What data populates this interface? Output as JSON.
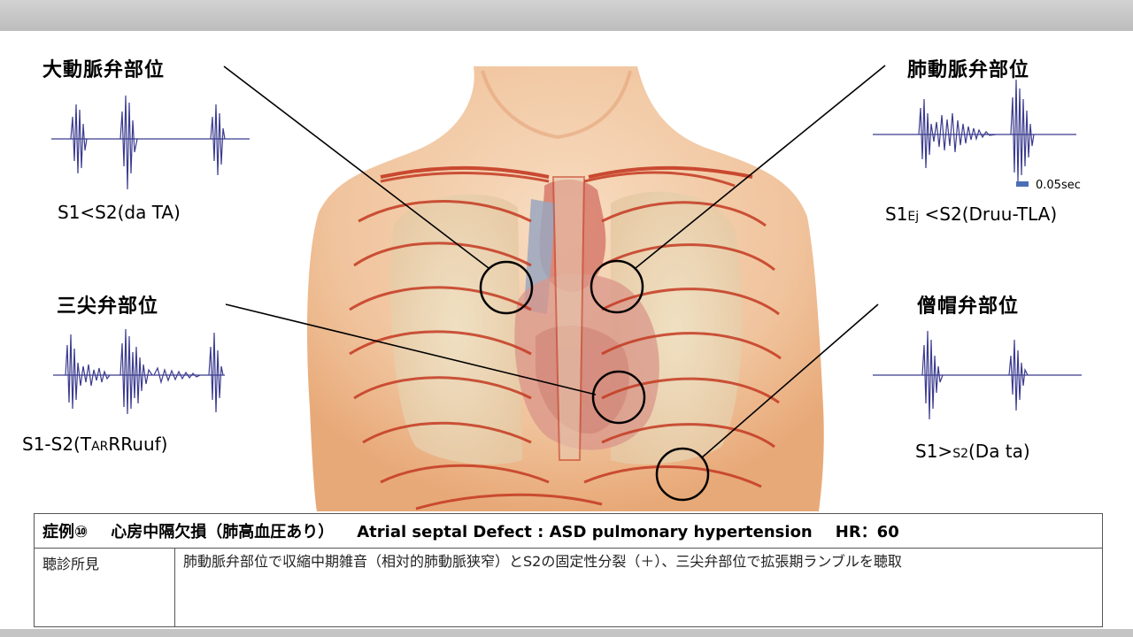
{
  "sites": {
    "aortic": {
      "title": "大動脈弁部位",
      "rel_main": "S1<S2(da TA)"
    },
    "pulmonic": {
      "title": "肺動脈弁部位",
      "rel_a": "S1",
      "rel_small": "Ej",
      "rel_b": " <S2(Druu-TLA)",
      "scale": "0.05sec"
    },
    "tricuspid": {
      "title": "三尖弁部位",
      "rel_a": "S1-S2(T",
      "rel_small": "AR",
      "rel_b": "RRuuf)"
    },
    "mitral": {
      "title": "僧帽弁部位",
      "rel_a": "S1>",
      "rel_small": "S2",
      "rel_b": "(Da ta)"
    }
  },
  "case": {
    "number": "症例⑩",
    "name_ja": "心房中隔欠損（肺高血圧あり）",
    "name_en": "Atrial septal Defect : ASD  pulmonary hypertension",
    "hr": "HR：60",
    "finding_label": "聴診所見",
    "finding_text": "肺動脈弁部位で収縮中期雑音（相対的肺動脈狭窄）とS2の固定性分裂（＋）、三尖弁部位で拡張期ランブルを聴取"
  },
  "colors": {
    "wave": "#3b3b8f",
    "vessel": "#c43a22",
    "skin": "#f2c9a4",
    "scale": "#4a6fb5"
  }
}
